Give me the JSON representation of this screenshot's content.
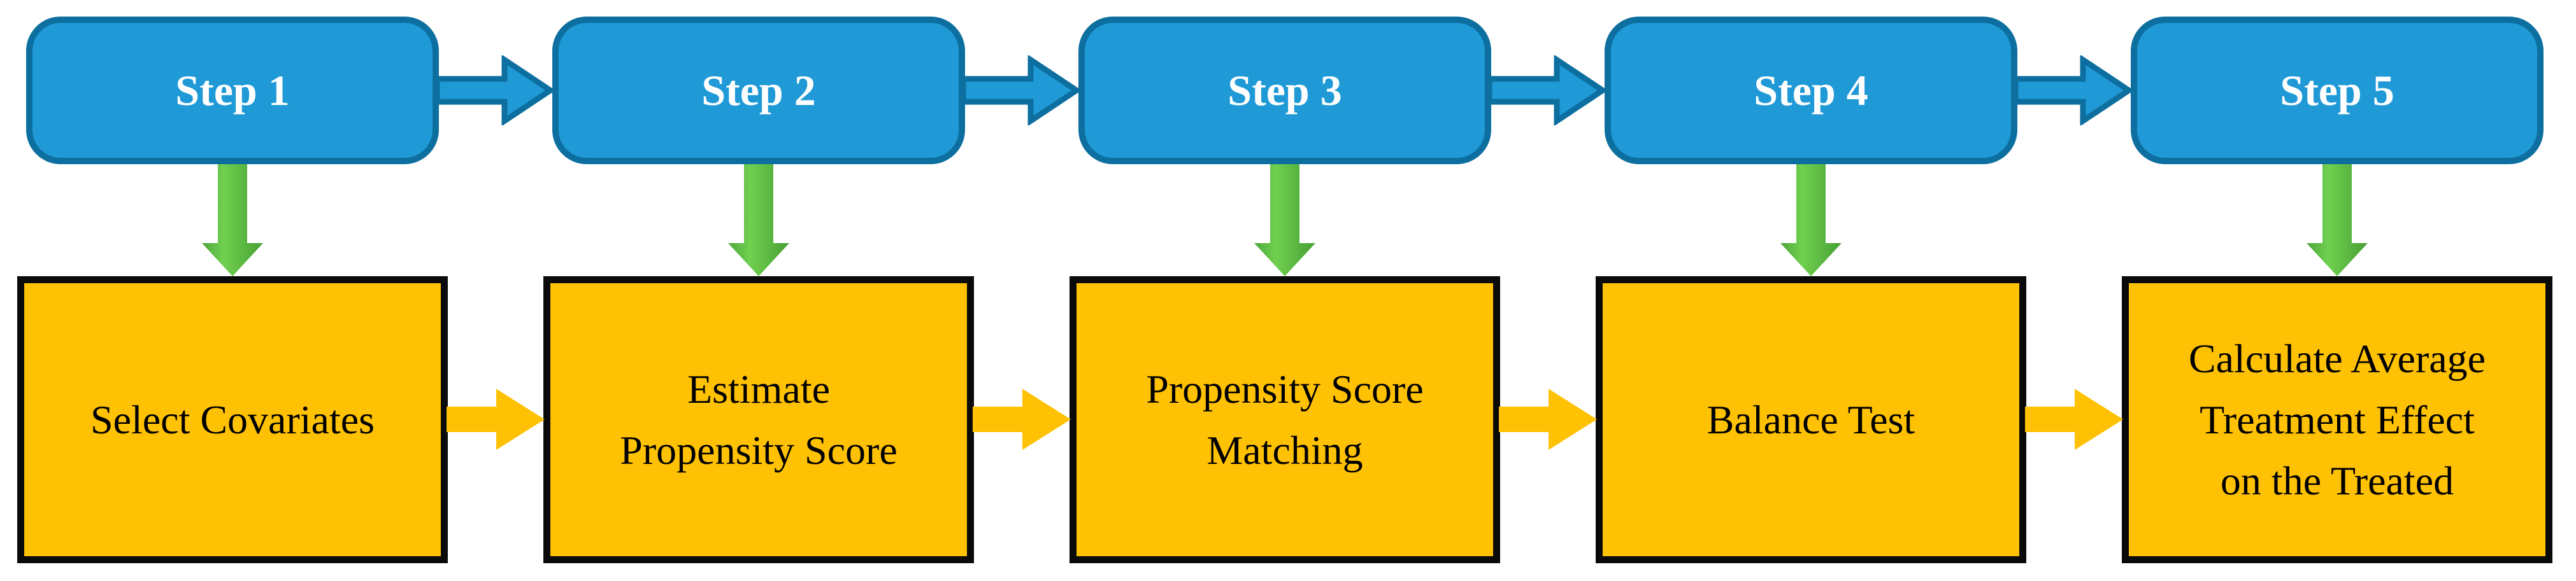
{
  "diagram": {
    "columns": [
      {
        "step": "Step 1",
        "task": "Select Covariates"
      },
      {
        "step": "Step 2",
        "task": "Estimate\nPropensity Score"
      },
      {
        "step": "Step 3",
        "task": "Propensity Score\nMatching"
      },
      {
        "step": "Step 4",
        "task": "Balance Test"
      },
      {
        "step": "Step 5",
        "task": "Calculate Average\nTreatment Effect\non the Treated"
      }
    ]
  },
  "colors": {
    "step_fill": "#1f9ad7",
    "step_border": "#0d6f9f",
    "step_text": "#ffffff",
    "task_fill": "#ffc103",
    "task_border": "#0a0a0a",
    "task_text": "#000000",
    "down_arrow": "#5bbf45",
    "background": "#ffffff"
  }
}
